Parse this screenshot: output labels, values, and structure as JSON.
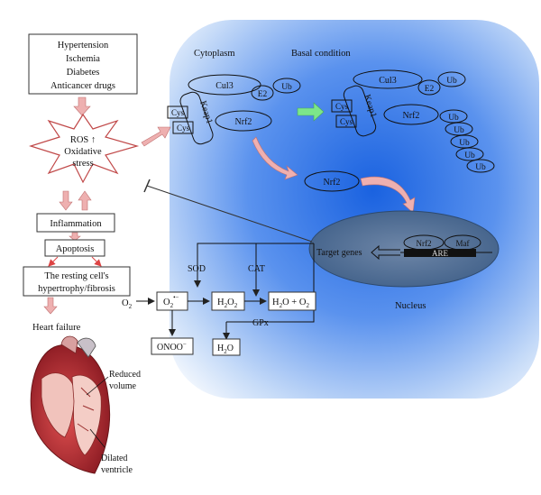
{
  "risk_factors": [
    "Hypertension",
    "Ischemia",
    "Diabetes",
    "Anticancer drugs"
  ],
  "ros_burst": {
    "line1": "ROS ↑",
    "line2": "Oxidative",
    "line3": "stress"
  },
  "inflammation": "Inflammation",
  "apoptosis": "Apoptosis",
  "hypertrophy": {
    "line1": "The resting cell's",
    "line2": "hypertrophy/fibrosis"
  },
  "heart_failure": "Heart failure",
  "heart_labels": {
    "reduced1": "Reduced",
    "reduced2": "volume",
    "dilated1": "Dilated",
    "dilated2": "ventricle"
  },
  "region_labels": {
    "cytoplasm": "Cytoplasm",
    "basal": "Basal condition",
    "nucleus": "Nucleus"
  },
  "proteins": {
    "cul3": "Cul3",
    "e2": "E2",
    "ub": "Ub",
    "keap1": "Keap1",
    "cys": "Cys",
    "nrf2": "Nrf2",
    "maf": "Maf",
    "are": "ARE"
  },
  "target_genes": "Target genes",
  "enzymes": {
    "sod": "SOD",
    "cat": "CAT",
    "gpx": "GPx"
  },
  "species": {
    "o2": "O",
    "o2_sub": "2",
    "superoxide": "O",
    "superoxide_sub": "2",
    "superoxide_sup": "•−",
    "h2o2_a": "H",
    "h2o2_sub1": "2",
    "h2o2_b": "O",
    "h2o2_sub2": "2",
    "h2o_o2_a": "H",
    "h2o_o2_sub1": "2",
    "h2o_o2_b": "O + O",
    "h2o_o2_sub2": "2",
    "onoo": "ONOO",
    "onoo_sup": "−",
    "h2o_a": "H",
    "h2o_sub": "2",
    "h2o_b": "O"
  },
  "colors": {
    "cell_blue": "#1f6fe0",
    "nucleus": "#4e6c93",
    "arrow_pink": "#e8a3a3",
    "arrow_green": "#7ce68a",
    "box_border": "#3a3a3a"
  }
}
